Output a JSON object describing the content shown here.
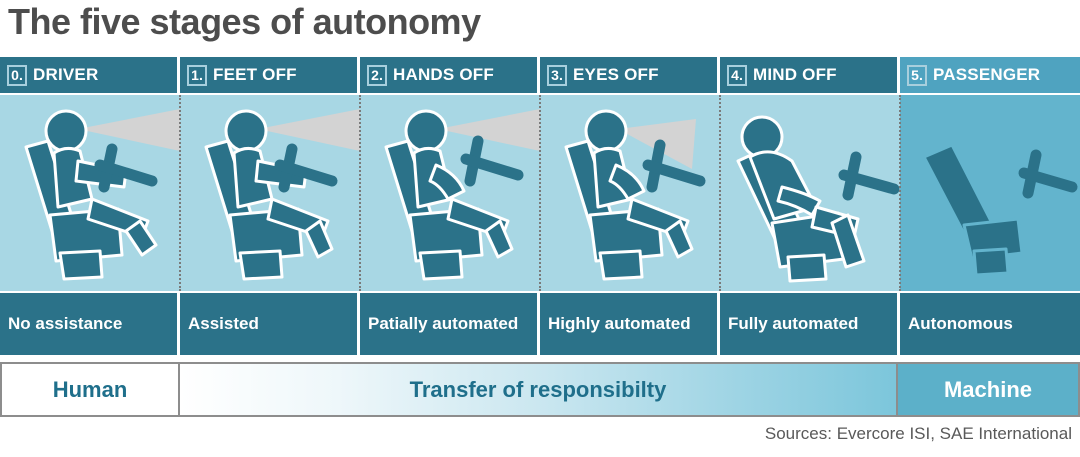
{
  "title": "The five stages of autonomy",
  "colors": {
    "dark_teal": "#2b7289",
    "light_blue": "#a8d7e4",
    "medium_blue": "#63b4cd",
    "title_grey": "#4d4d4d",
    "gaze_cone_grey": "#d3d3d3",
    "text_white": "#ffffff"
  },
  "stages": [
    {
      "number": "0.",
      "name": "DRIVER",
      "description": "No assistance",
      "figure": "driver-seated-hands-on-wheel",
      "gaze": "long"
    },
    {
      "number": "1.",
      "name": "FEET OFF",
      "description": "Assisted",
      "figure": "driver-seated-hands-on-wheel",
      "gaze": "long"
    },
    {
      "number": "2.",
      "name": "HANDS OFF",
      "description": "Patially automated",
      "figure": "driver-seated-hands-off-wheel",
      "gaze": "long"
    },
    {
      "number": "3.",
      "name": "EYES OFF",
      "description": "Highly automated",
      "figure": "driver-seated-hands-off-wheel",
      "gaze": "short"
    },
    {
      "number": "4.",
      "name": "MIND OFF",
      "description": "Fully automated",
      "figure": "driver-reclined-asleep",
      "gaze": "none"
    },
    {
      "number": "5.",
      "name": "PASSENGER",
      "description": "Autonomous",
      "figure": "empty-seat",
      "gaze": "none"
    }
  ],
  "responsibility_bar": {
    "human_label": "Human",
    "transfer_label": "Transfer of responsibilty",
    "machine_label": "Machine"
  },
  "sources": "Sources: Evercore ISI, SAE International"
}
